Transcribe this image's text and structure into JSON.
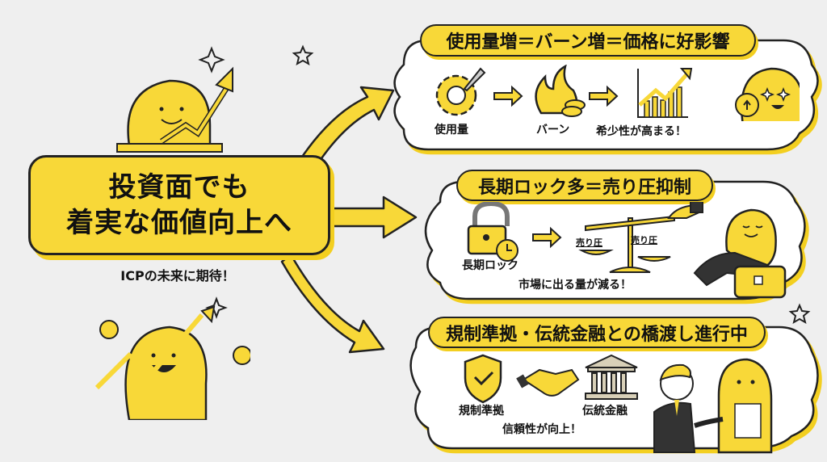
{
  "main": {
    "headline_line1": "投資面でも",
    "headline_line2": "着実な価値向上へ",
    "subtitle": "ICPの未来に期待！"
  },
  "panels": [
    {
      "title": "使用量増＝バーン増＝価格に好影響",
      "labels": [
        "使用量",
        "バーン",
        "希少性が高まる！"
      ]
    },
    {
      "title": "長期ロック多＝売り圧抑制",
      "labels": [
        "長期ロック",
        "売り圧",
        "売り圧"
      ],
      "caption": "市場に出る量が減る！"
    },
    {
      "title": "規制準拠・伝統金融との橋渡し進行中",
      "labels": [
        "規制準拠",
        "伝統金融"
      ],
      "caption": "信頼性が向上！"
    }
  ],
  "colors": {
    "accent": "#f8d838",
    "background": "#efefef",
    "outline": "#222222"
  }
}
